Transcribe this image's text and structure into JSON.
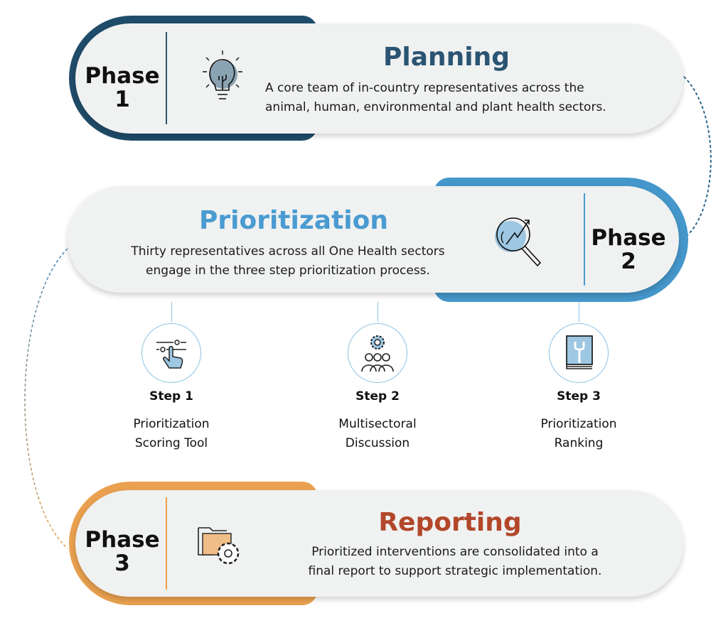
{
  "colors": {
    "phase1": "#1f4c6a",
    "phase2": "#4597cb",
    "phase3": "#e9a14f",
    "pill": "#f0f1f1"
  },
  "phases": [
    {
      "label": "Phase",
      "number": "1",
      "title": "Planning",
      "title_color": "#2a5473",
      "icon": "lightbulb-icon",
      "description": [
        "A core team of in-country representatives across the",
        "animal, human, environmental and plant health sectors."
      ]
    },
    {
      "label": "Phase",
      "number": "2",
      "title": "Prioritization",
      "title_color": "#4a9bd1",
      "icon": "magnifier-chart-icon",
      "description": [
        "Thirty representatives across all One Health sectors",
        "engage in the three step prioritization process."
      ]
    },
    {
      "label": "Phase",
      "number": "3",
      "title": "Reporting",
      "title_color": "#b2472a",
      "icon": "folder-gear-icon",
      "description": [
        "Prioritized interventions are consolidated into a",
        "final report to support strategic implementation."
      ]
    }
  ],
  "steps": [
    {
      "label": "Step 1",
      "text": [
        "Prioritization",
        "Scoring Tool"
      ],
      "icon": "hand-slider-icon"
    },
    {
      "label": "Step 2",
      "text": [
        "Multisectoral",
        "Discussion"
      ],
      "icon": "team-gear-icon"
    },
    {
      "label": "Step 3",
      "text": [
        "Prioritization",
        "Ranking"
      ],
      "icon": "wrench-book-icon"
    }
  ]
}
